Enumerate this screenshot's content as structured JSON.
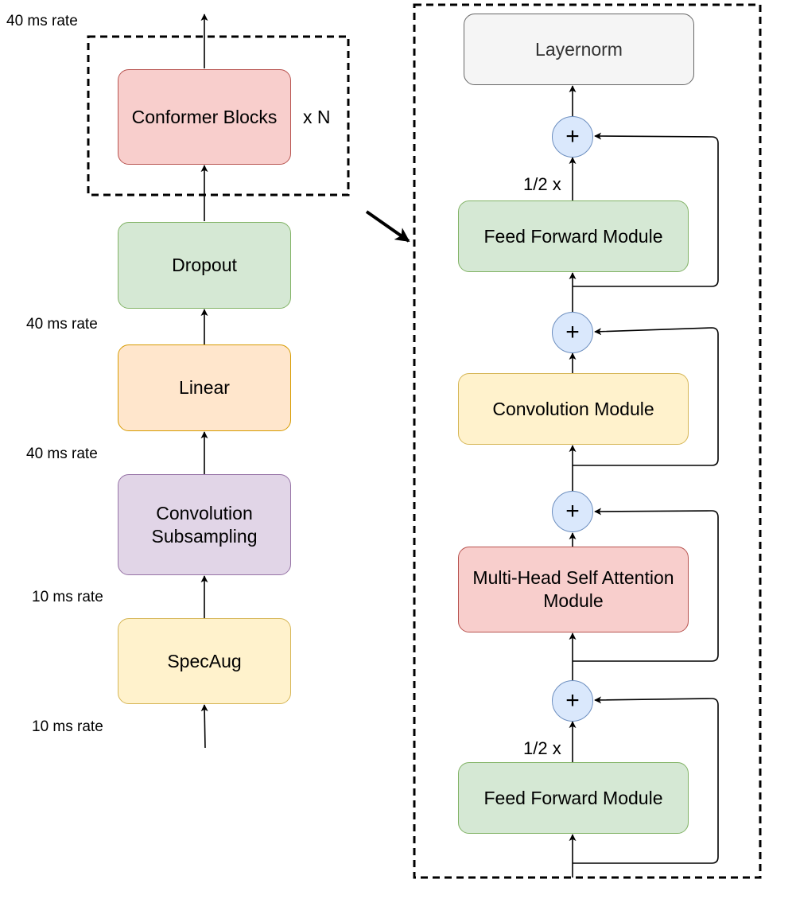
{
  "left": {
    "conformer_blocks": "Conformer Blocks",
    "repeat": "x N",
    "dropout": "Dropout",
    "linear": "Linear",
    "conv_subsampling": "Convolution\nSubsampling",
    "specaug": "SpecAug",
    "rate_top": "40 ms rate",
    "rate_dropout_linear": "40 ms rate",
    "rate_linear_conv": "40 ms rate",
    "rate_conv_specaug": "10 ms rate",
    "rate_bottom": "10 ms rate"
  },
  "right": {
    "layernorm": "Layernorm",
    "ffn_top": "Feed Forward Module",
    "conv_module": "Convolution Module",
    "mhsa": "Multi-Head Self Attention\nModule",
    "ffn_bottom": "Feed Forward Module",
    "half_top": "1/2 x",
    "half_bottom": "1/2 x",
    "plus": "+"
  },
  "colors": {
    "red_fill": "#f8cecc",
    "red_stroke": "#b85450",
    "green_fill": "#d5e8d4",
    "green_stroke": "#82b366",
    "orange_fill": "#ffe6cc",
    "orange_stroke": "#d79b00",
    "purple_fill": "#e1d5e7",
    "purple_stroke": "#9673a6",
    "yellow_fill": "#fff2cc",
    "yellow_stroke": "#d6b656",
    "gray_fill": "#f5f5f5",
    "gray_stroke": "#666666",
    "blue_fill": "#dae8fc",
    "blue_stroke": "#6c8ebf"
  }
}
